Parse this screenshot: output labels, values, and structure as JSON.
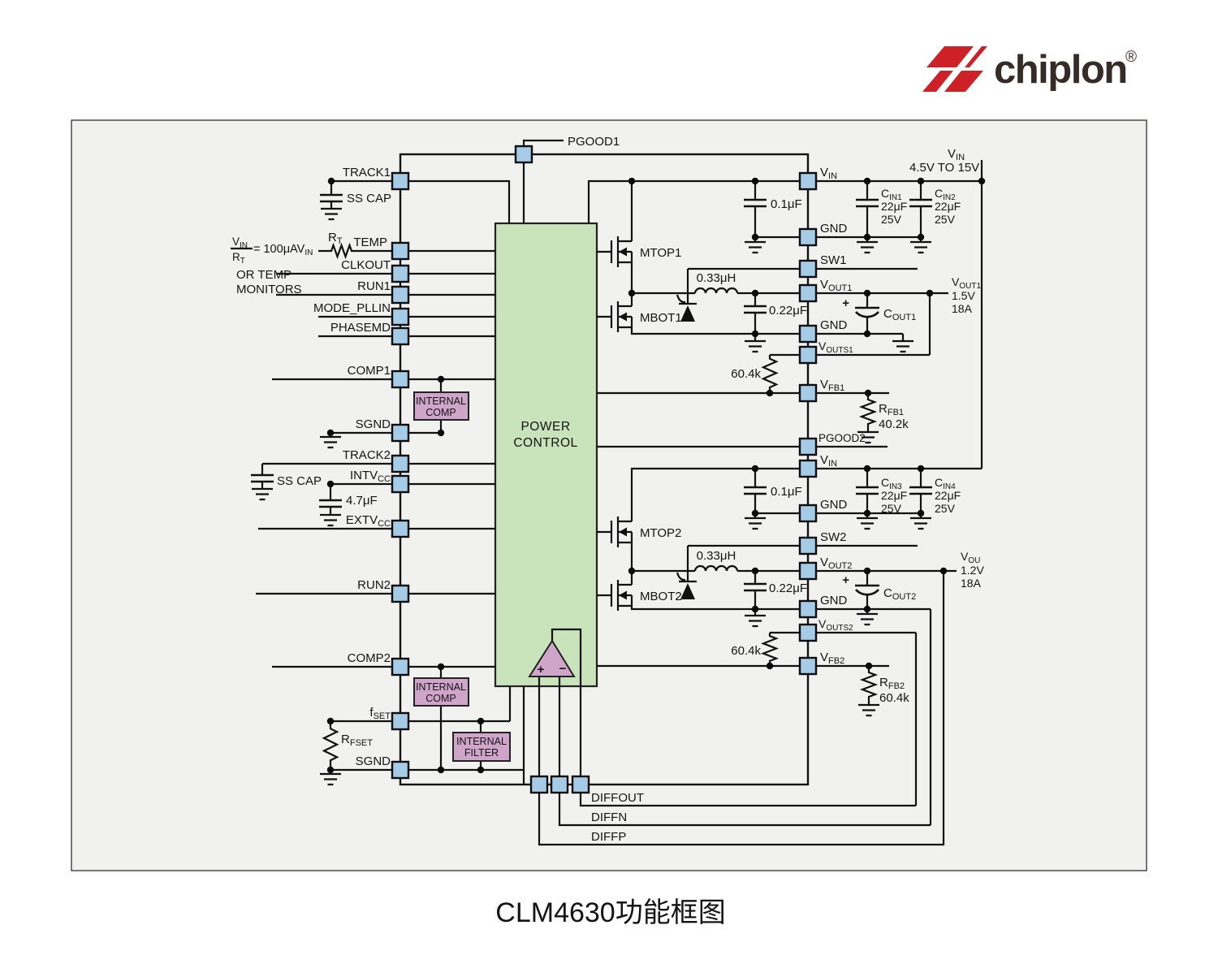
{
  "header": {
    "brand": "chiplon",
    "registered": "®"
  },
  "caption": "CLM4630功能框图",
  "colors": {
    "brand_red": "#ce2127",
    "pin_blue": "#a6cbe7",
    "block_green": "#c9e3ba",
    "box_pink": "#cfa6ca",
    "panel_bg": "#f1f1ef",
    "wire": "#111111"
  },
  "diagram": {
    "power_block": {
      "l1": "POWER",
      "l2": "CONTROL"
    },
    "pins_top": {
      "pgood1": "PGOOD1"
    },
    "pins_left": {
      "track1": "TRACK1",
      "temp": "TEMP",
      "clkout": "CLKOUT",
      "run1": "RUN1",
      "mode_pllin": "MODE_PLLIN",
      "phasemd": "PHASEMD",
      "comp1": "COMP1",
      "sgnd1": "SGND",
      "track2": "TRACK2",
      "intv": "INTV",
      "intv_sub": "CC",
      "extv": "EXTV",
      "extv_sub": "CC",
      "run2": "RUN2",
      "comp2": "COMP2",
      "fset": "f",
      "fset_sub": "SET",
      "sgnd2": "SGND"
    },
    "pins_right": {
      "vin1": "V",
      "vin1_sub": "IN",
      "gnd1": "GND",
      "sw1": "SW1",
      "vout1": "V",
      "vout1_sub": "OUT1",
      "gnd2": "GND",
      "vouts1": "V",
      "vouts1_sub": "OUTS1",
      "vfb1": "V",
      "vfb1_sub": "FB1",
      "pgood2": "PGOOD2",
      "vin2": "V",
      "vin2_sub": "IN",
      "gnd3": "GND",
      "sw2": "SW2",
      "vout2": "V",
      "vout2_sub": "OUT2",
      "gnd4": "GND",
      "vouts2": "V",
      "vouts2_sub": "OUTS2",
      "vfb2": "V",
      "vfb2_sub": "FB2"
    },
    "pins_bottom": {
      "diffout": "DIFFOUT",
      "diffn": "DIFFN",
      "diffp": "DIFFP"
    },
    "left_side": {
      "ss_cap1": "SS CAP",
      "ss_cap2": "SS CAP",
      "rt": "R",
      "rt_sub": "T",
      "cap_4u7": "4.7μF",
      "rfset": "R",
      "rfset_sub": "FSET",
      "formula": {
        "num": "V",
        "num_sub": "IN",
        "den": "R",
        "den_sub": "T",
        "eq": "= 100μAV",
        "eq_sub": "IN",
        "line2": "OR TEMP",
        "line3": "MONITORS"
      }
    },
    "internal": {
      "comp_box1": {
        "l1": "INTERNAL",
        "l2": "COMP"
      },
      "comp_box2": {
        "l1": "INTERNAL",
        "l2": "COMP"
      },
      "filter_box": {
        "l1": "INTERNAL",
        "l2": "FILTER"
      },
      "opamp": {
        "plus": "+",
        "minus": "−"
      },
      "mtop1": "MTOP1",
      "mbot1": "MBOT1",
      "mtop2": "MTOP2",
      "mbot2": "MBOT2",
      "ind1": "0.33μH",
      "ind2": "0.33μH",
      "cap01_1": "0.1μF",
      "cap022_1": "0.22μF",
      "cap01_2": "0.1μF",
      "cap022_2": "0.22μF",
      "r604_1": "60.4k",
      "r604_2": "60.4k"
    },
    "right_side": {
      "vin_rail": {
        "t": "V",
        "sub": "IN",
        "range": "4.5V TO 15V"
      },
      "cin1": {
        "t": "C",
        "sub": "IN1",
        "v": "22μF",
        "r": "25V"
      },
      "cin2": {
        "t": "C",
        "sub": "IN2",
        "v": "22μF",
        "r": "25V"
      },
      "cin3": {
        "t": "C",
        "sub": "IN3",
        "v": "22μF",
        "r": "25V"
      },
      "cin4": {
        "t": "C",
        "sub": "IN4",
        "v": "22μF",
        "r": "25V"
      },
      "cout1": {
        "plus": "+",
        "t": "C",
        "sub": "OUT1"
      },
      "cout2": {
        "plus": "+",
        "t": "C",
        "sub": "OUT2"
      },
      "rfb1": {
        "t": "R",
        "sub": "FB1",
        "v": "40.2k"
      },
      "rfb2": {
        "t": "R",
        "sub": "FB2",
        "v": "60.4k"
      },
      "vout1_rail": {
        "t": "V",
        "sub": "OUT1",
        "v": "1.5V",
        "a": "18A"
      },
      "vout2_rail": {
        "t": "V",
        "sub": "OU",
        "v": "1.2V",
        "a": "18A"
      }
    }
  }
}
